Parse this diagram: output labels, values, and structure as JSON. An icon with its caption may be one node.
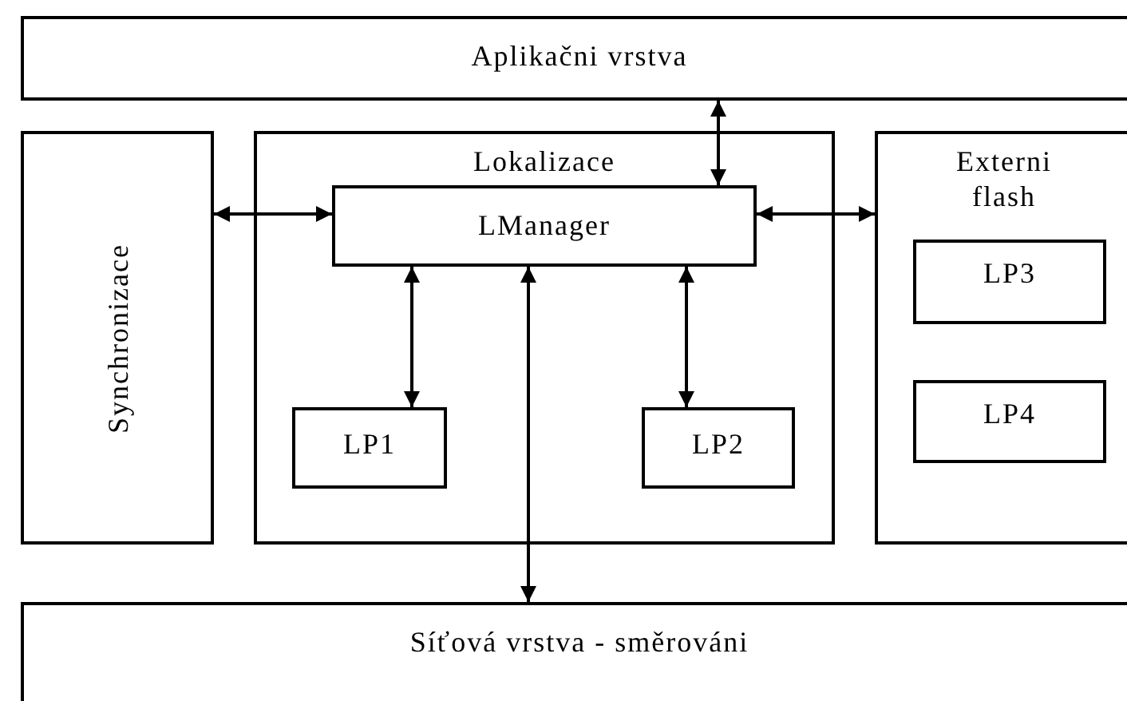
{
  "diagram": {
    "nodes": [
      {
        "text": [
          "Aplikačni vrstva"
        ]
      },
      {
        "text": [
          "Synchronizace"
        ]
      },
      {
        "text": [
          "Lokalizace"
        ]
      },
      {
        "text": [
          "LManager"
        ],
        "in": 2
      },
      {
        "text": [
          "LP1"
        ],
        "in": 2
      },
      {
        "text": [
          "LP2"
        ],
        "in": 2
      },
      {
        "text": [
          "Externi flash"
        ]
      },
      {
        "text": [
          "LP3"
        ],
        "in": 6
      },
      {
        "text": [
          "LP4"
        ],
        "in": 6
      },
      {
        "text": [
          "Síťová vrstva - směrováni"
        ]
      }
    ],
    "edges": [
      {
        "from": 0,
        "to": 3,
        "arrow": "both"
      },
      {
        "from": 1,
        "to": 3,
        "arrow": "both"
      },
      {
        "from": 3,
        "to": 6,
        "arrow": "both"
      },
      {
        "from": 3,
        "to": 4,
        "arrow": "both"
      },
      {
        "from": 3,
        "to": 5,
        "arrow": "both"
      },
      {
        "from": 3,
        "to": 9,
        "arrow": "both"
      }
    ]
  }
}
